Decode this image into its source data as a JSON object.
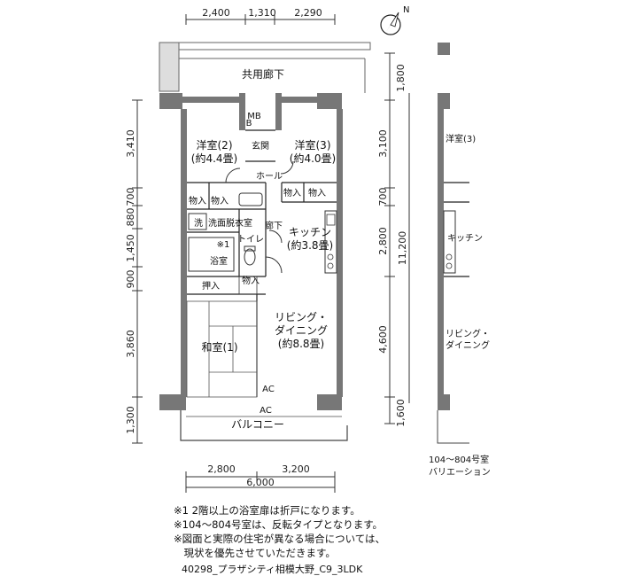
{
  "dimensions": {
    "top": [
      "2,400",
      "1,310",
      "2,290"
    ],
    "bottom": [
      "2,800",
      "3,200",
      "6,000"
    ],
    "left": [
      "3,410",
      "700",
      "880",
      "1,450",
      "900",
      "3,860",
      "1,300"
    ],
    "right": [
      "1,800",
      "3,100",
      "700",
      "2,800",
      "4,600",
      "1,600",
      "11,200"
    ]
  },
  "compass": {
    "label": "N"
  },
  "rooms": {
    "corridor": "共用廊下",
    "western2_name": "洋室(2)",
    "western2_size": "(約4.4畳)",
    "western3_name": "洋室(3)",
    "western3_size": "(約4.0畳)",
    "entrance": "玄関",
    "hall": "ホール",
    "storage": "物入",
    "laundry": "洗",
    "washroom": "洗面脱衣室",
    "hallway": "廊下",
    "kitchen_name": "キッチン",
    "kitchen_size": "(約3.8畳)",
    "note_mark": "※1",
    "bath": "浴室",
    "toilet": "トイレ",
    "closet": "押入",
    "living_line1": "リビング・",
    "living_line2": "ダイニング",
    "living_size": "(約8.8畳)",
    "japanese_name": "和室(1)",
    "balcony": "バルコニー",
    "ac": "AC",
    "meter_box": "MB",
    "meter_b": "B"
  },
  "variation": {
    "western3": "洋室(3)",
    "kitchen": "キッチン",
    "living_line1": "リビング・",
    "living_line2": "ダイニング",
    "label_line1": "104～804号室",
    "label_line2": "バリエーション"
  },
  "notes": [
    "※1  2階以上の浴室扉は折戸になります。",
    "※104～804号室は、反転タイプとなります。",
    "※図面と実際の住宅が異なる場合については、",
    "　現状を優先させていただきます。"
  ],
  "caption": "40298_プラザシティ相模大野_C9_3LDK"
}
